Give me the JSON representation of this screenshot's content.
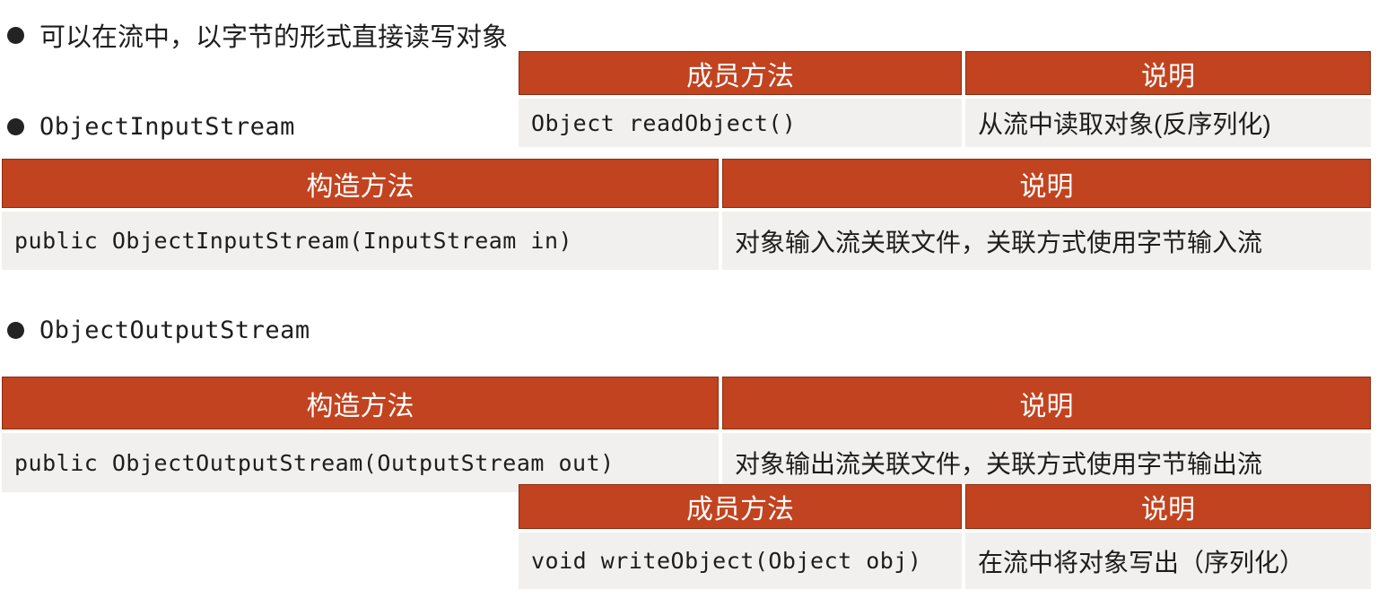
{
  "slide": {
    "bullets": [
      {
        "label": "可以在流中，以字节的形式直接读写对象"
      },
      {
        "label": "ObjectInputStream"
      },
      {
        "label": "ObjectOutputStream"
      }
    ],
    "tables": {
      "reader_members": {
        "col1_header": "成员方法",
        "col2_header": "说明",
        "row": {
          "method": "Object readObject()",
          "desc": "从流中读取对象(反序列化)"
        }
      },
      "input_constructor": {
        "col1_header": "构造方法",
        "col2_header": "说明",
        "row": {
          "method": "public ObjectInputStream(InputStream in)",
          "desc": "对象输入流关联文件，关联方式使用字节输入流"
        }
      },
      "output_constructor": {
        "col1_header": "构造方法",
        "col2_header": "说明",
        "row": {
          "method": "public ObjectOutputStream(OutputStream out)",
          "desc": "对象输出流关联文件，关联方式使用字节输出流"
        }
      },
      "writer_members": {
        "col1_header": "成员方法",
        "col2_header": "说明",
        "row": {
          "method": "void writeObject(Object obj)",
          "desc": "在流中将对象写出（序列化）"
        }
      }
    },
    "colors": {
      "header_bg": "#c2431f",
      "row_bg": "#f1f0ee",
      "header_text": "#ffffff",
      "body_text": "#1d1d1d"
    }
  }
}
